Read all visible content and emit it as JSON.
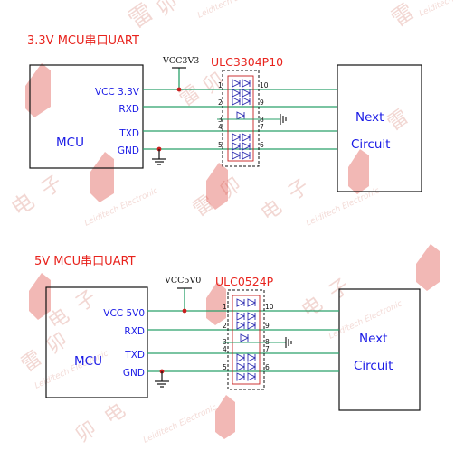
{
  "watermark": {
    "chars": [
      "雷",
      "卯",
      "电",
      "子"
    ],
    "text": "Leiditech Electronic"
  },
  "circuits": [
    {
      "title": "3.3V MCU串口UART",
      "supply_label": "VCC3V3",
      "part_number": "ULC3304P10",
      "mcu_label": "MCU",
      "next_label_1": "Next",
      "next_label_2": "Circuit",
      "pins": [
        "VCC 3.3V",
        "RXD",
        "TXD",
        "GND"
      ],
      "pin_numbers_left": [
        "1",
        "2",
        "3",
        "4",
        "5"
      ],
      "pin_numbers_right": [
        "10",
        "9",
        "8",
        "7",
        "6"
      ]
    },
    {
      "title": "5V MCU串口UART",
      "supply_label": "VCC5V0",
      "part_number": "ULC0524P",
      "mcu_label": "MCU",
      "next_label_1": "Next",
      "next_label_2": "Circuit",
      "pins": [
        "VCC 5V0",
        "RXD",
        "TXD",
        "GND"
      ],
      "pin_numbers_left": [
        "1",
        "2",
        "3",
        "4",
        "5"
      ],
      "pin_numbers_right": [
        "10",
        "9",
        "8",
        "7",
        "6"
      ]
    }
  ],
  "colors": {
    "title": "#e8231d",
    "pin_text": "#1a1ae6",
    "wire": "#2aa06a",
    "node": "#c81e1e",
    "watermark": "#e8b8b0"
  }
}
